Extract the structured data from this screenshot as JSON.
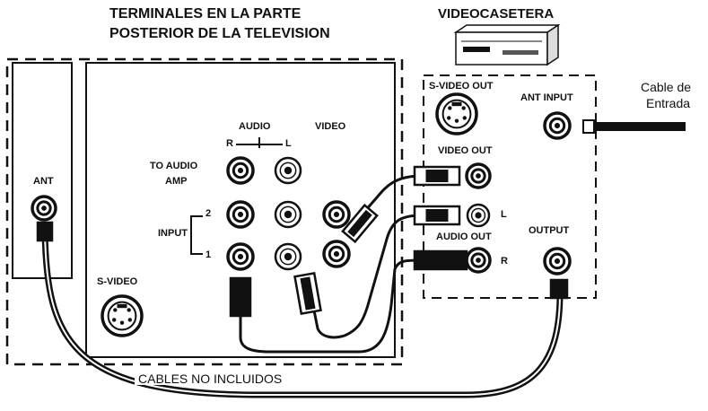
{
  "title": {
    "tv_line1": "TERMINALES EN LA PARTE",
    "tv_line2": "POSTERIOR DE LA TELEVISION",
    "vcr": "VIDEOCASETERA"
  },
  "tv": {
    "ant": "ANT",
    "audio": "AUDIO",
    "video": "VIDEO",
    "r": "R",
    "l": "L",
    "to_audio_amp_1": "TO AUDIO",
    "to_audio_amp_2": "AMP",
    "input": "INPUT",
    "input_2": "2",
    "input_1": "1",
    "s_video": "S-VIDEO"
  },
  "vcr_panel": {
    "s_video_out": "S-VIDEO OUT",
    "ant_input": "ANT INPUT",
    "video_out": "VIDEO OUT",
    "l": "L",
    "audio_out": "AUDIO OUT",
    "r": "R",
    "output": "OUTPUT"
  },
  "cable": {
    "line1": "Cable de",
    "line2": "Entrada"
  },
  "footer": "CABLES NO INCLUIDOS"
}
